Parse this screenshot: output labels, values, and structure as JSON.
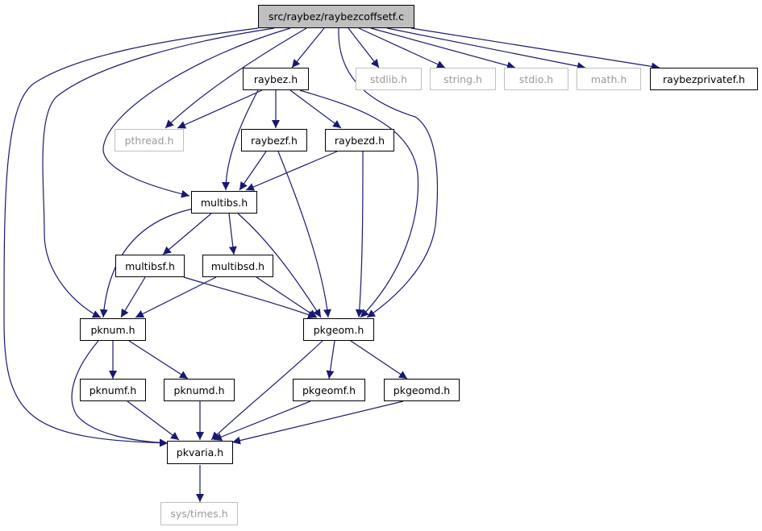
{
  "colors": {
    "edge": "#191970",
    "node_border": "#000000",
    "system_border": "#bfbfbf",
    "system_text": "#9a9a9a",
    "root_fill": "#bfbfbf"
  },
  "nodes": {
    "root": "src/raybez/raybezcoffsetf.c",
    "raybez_h": "raybez.h",
    "stdlib_h": "stdlib.h",
    "string_h": "string.h",
    "stdio_h": "stdio.h",
    "math_h": "math.h",
    "raybezprivatef_h": "raybezprivatef.h",
    "pthread_h": "pthread.h",
    "raybezf_h": "raybezf.h",
    "raybezd_h": "raybezd.h",
    "multibs_h": "multibs.h",
    "multibsf_h": "multibsf.h",
    "multibsd_h": "multibsd.h",
    "pknum_h": "pknum.h",
    "pkgeom_h": "pkgeom.h",
    "pknumf_h": "pknumf.h",
    "pknumd_h": "pknumd.h",
    "pkgeomf_h": "pkgeomf.h",
    "pkgeomd_h": "pkgeomd.h",
    "pkvaria_h": "pkvaria.h",
    "sys_times_h": "sys/times.h"
  }
}
